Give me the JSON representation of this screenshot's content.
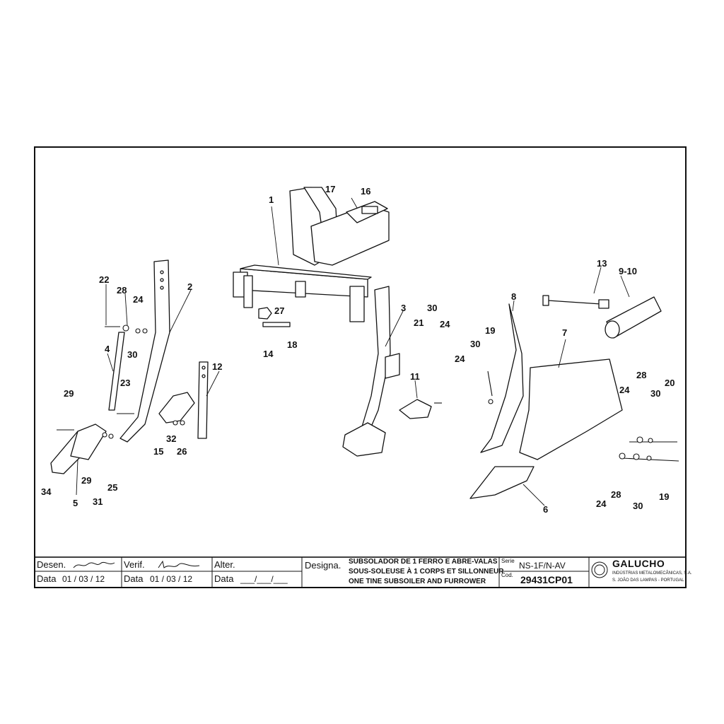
{
  "parts": {
    "p1": "1",
    "p2": "2",
    "p3": "3",
    "p4": "4",
    "p5": "5",
    "p6": "6",
    "p7": "7",
    "p8": "8",
    "p9_10": "9-10",
    "p11": "11",
    "p12": "12",
    "p13": "13",
    "p14": "14",
    "p15": "15",
    "p16": "16",
    "p17": "17",
    "p18": "18",
    "p19a": "19",
    "p19b": "19",
    "p20": "20",
    "p21": "21",
    "p22": "22",
    "p23": "23",
    "p24a": "24",
    "p24b": "24",
    "p24c": "24",
    "p24d": "24",
    "p24e": "24",
    "p25": "25",
    "p26": "26",
    "p27": "27",
    "p28a": "28",
    "p28b": "28",
    "p28c": "28",
    "p29a": "29",
    "p29b": "29",
    "p30a": "30",
    "p30b": "30",
    "p30c": "30",
    "p30d": "30",
    "p30e": "30",
    "p31": "31",
    "p32": "32",
    "p34": "34"
  },
  "title_block": {
    "drawn_label": "Desen.",
    "drawn_date_label": "Data",
    "drawn_date": "01 / 03 / 12",
    "checked_label": "Verif.",
    "checked_date_label": "Data",
    "checked_date": "01 / 03 / 12",
    "altered_label": "Alter.",
    "altered_date_label": "Data",
    "altered_date": "___/___/___",
    "designation_label": "Designa.",
    "designation_pt": "SUBSOLADOR DE 1 FERRO E ABRE-VALAS",
    "designation_fr": "SOUS-SOLEUSE À 1 CORPS ET SILLONNEUR",
    "designation_en": "ONE TINE SUBSOILER AND FURROWER",
    "serie_label": "Serie",
    "serie_value": "NS-1F/N-AV",
    "cod_label": "Cod.",
    "cod_value": "29431CP01",
    "company_name": "GALUCHO",
    "company_sub": "INDÚSTRIAS METALOMECÂNICAS, S.A.",
    "company_loc": "S. JOÃO DAS LAMPAS - PORTUGAL"
  }
}
